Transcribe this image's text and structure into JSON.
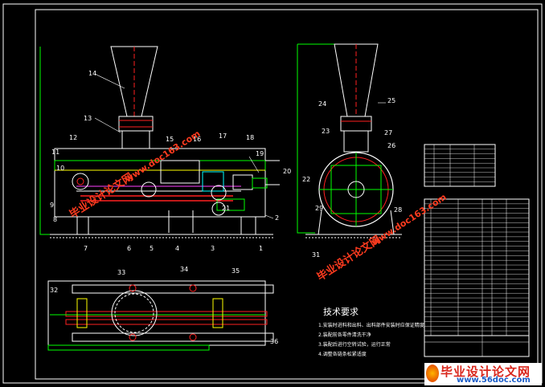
{
  "callouts": [
    "1",
    "2",
    "3",
    "4",
    "5",
    "6",
    "7",
    "8",
    "9",
    "10",
    "11",
    "12",
    "13",
    "14",
    "15",
    "16",
    "17",
    "18",
    "19",
    "20",
    "21",
    "22",
    "23",
    "24",
    "25",
    "26",
    "27",
    "28",
    "29",
    "31",
    "32",
    "33",
    "34",
    "35",
    "36"
  ],
  "tech_requirements": {
    "title": "技术要求",
    "lines": [
      "1.安装时进料和出料、出料部件安装时应保证精度",
      "2.装配前各零件清洗干净",
      "3.装配后进行空转试验，运行正常",
      "4.调整各链条松紧适度"
    ]
  },
  "watermarks": {
    "text_cn": "毕业设计论文网",
    "text_url": "www.doc163.com"
  },
  "footer": {
    "text_cn": "毕业设计论文网",
    "url": "www.56doc.com"
  },
  "colors": {
    "frame": "#ffffff",
    "outline": "#00ff00",
    "detail": "#ffffff",
    "accent_red": "#ff2020",
    "accent_yellow": "#ffff00",
    "accent_cyan": "#00ffff",
    "accent_magenta": "#ff40ff",
    "watermark": "#ff3b1f"
  }
}
